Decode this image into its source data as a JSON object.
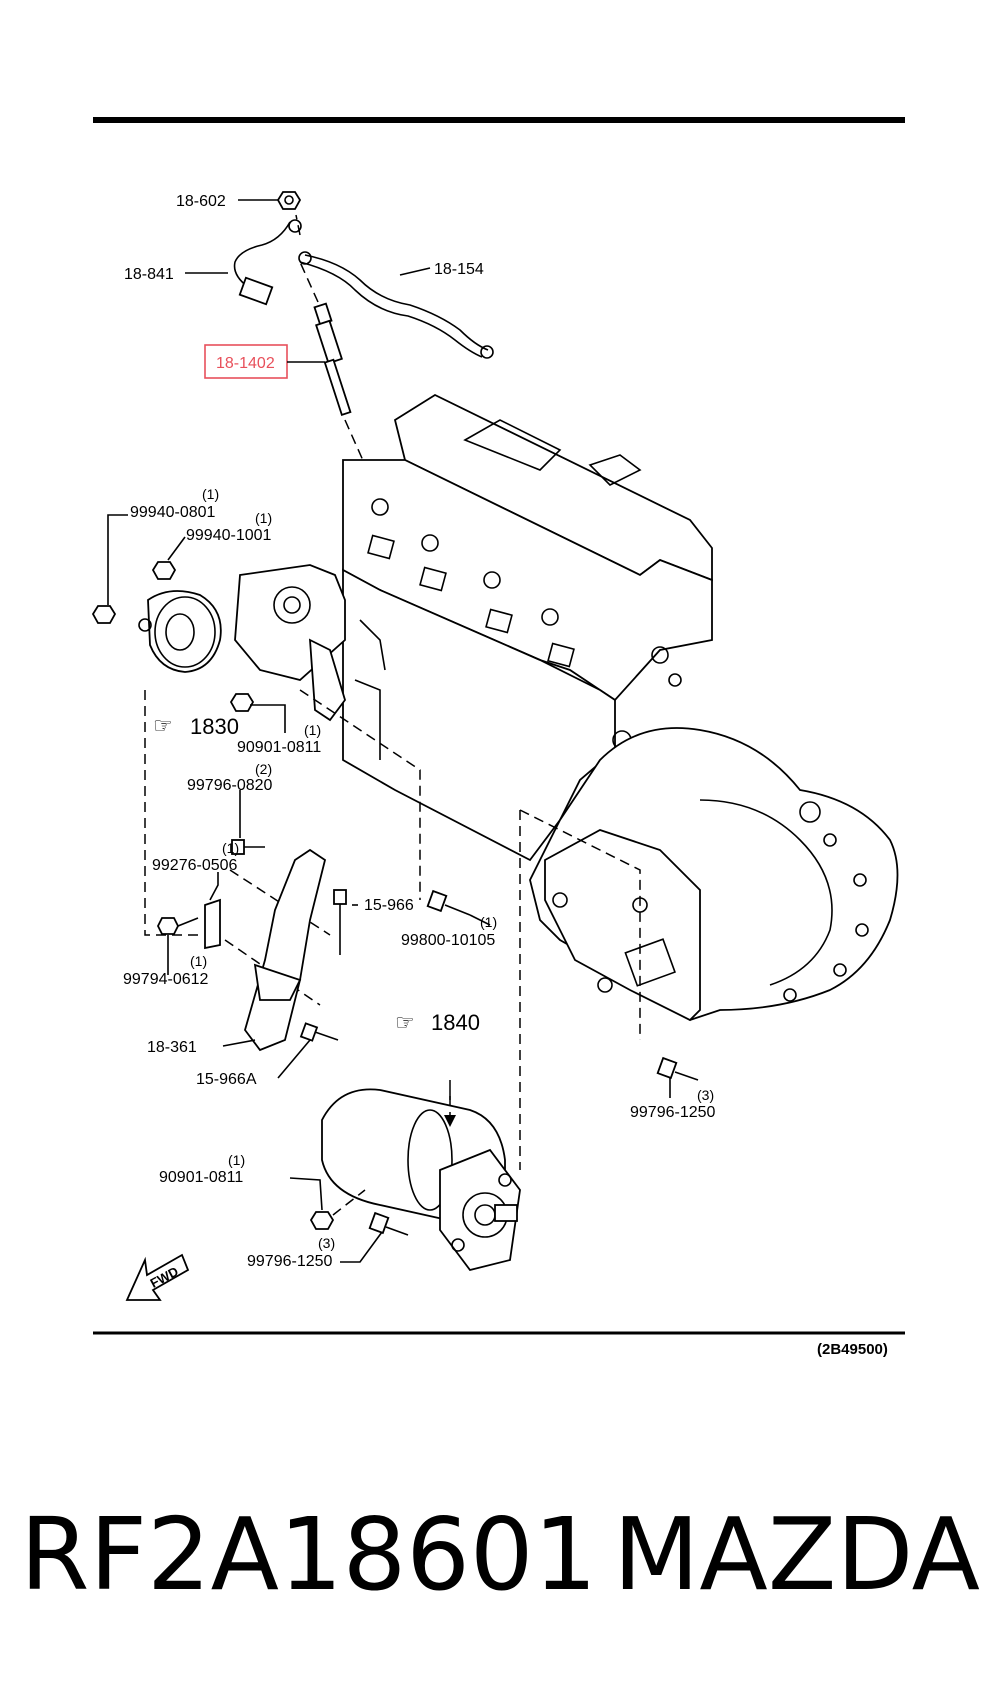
{
  "diagram": {
    "code": "(2B49500)",
    "fwd_label": "FWD",
    "highlight_color": "#e8505b",
    "parts": [
      {
        "id": "18-602",
        "label": "18-602"
      },
      {
        "id": "18-841",
        "label": "18-841"
      },
      {
        "id": "18-154",
        "label": "18-154"
      },
      {
        "id": "18-1402",
        "label": "18-1402",
        "highlighted": true
      },
      {
        "id": "99940-0801",
        "label": "99940-0801",
        "qty": "(1)"
      },
      {
        "id": "99940-1001",
        "label": "99940-1001",
        "qty": "(1)"
      },
      {
        "id": "90901-0811-a",
        "label": "90901-0811",
        "qty": "(1)"
      },
      {
        "id": "99796-0820",
        "label": "99796-0820",
        "qty": "(2)"
      },
      {
        "id": "99276-0506",
        "label": "99276-0506",
        "qty": "(1)"
      },
      {
        "id": "15-966",
        "label": "15-966"
      },
      {
        "id": "99800-10105",
        "label": "99800-10105",
        "qty": "(1)"
      },
      {
        "id": "99794-0612",
        "label": "99794-0612",
        "qty": "(1)"
      },
      {
        "id": "18-361",
        "label": "18-361"
      },
      {
        "id": "15-966A",
        "label": "15-966A"
      },
      {
        "id": "99796-1250-a",
        "label": "99796-1250",
        "qty": "(3)"
      },
      {
        "id": "90901-0811-b",
        "label": "90901-0811",
        "qty": "(1)"
      },
      {
        "id": "99796-1250-b",
        "label": "99796-1250",
        "qty": "(3)"
      }
    ],
    "references": [
      {
        "id": "1830",
        "label": "1830"
      },
      {
        "id": "1840",
        "label": "1840"
      }
    ]
  },
  "caption": {
    "part_number": "RF2A18601",
    "brand": "MAZDA"
  }
}
